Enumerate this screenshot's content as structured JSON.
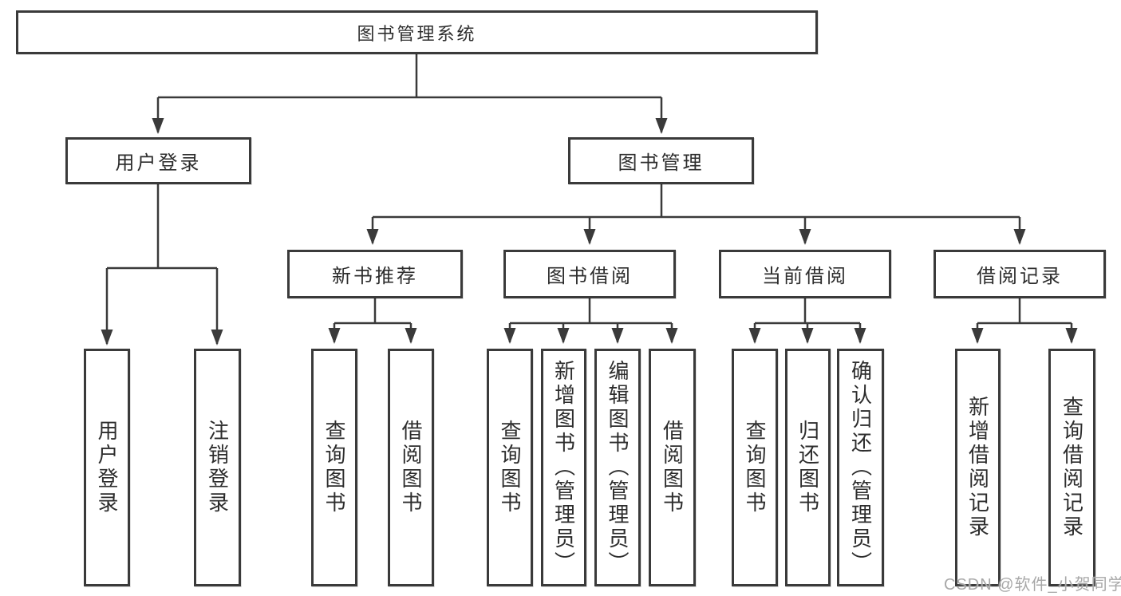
{
  "tree": {
    "label": "图书管理系统",
    "children": [
      {
        "label": "用户登录",
        "children": [
          {
            "label": "用户登录"
          },
          {
            "label": "注销登录"
          }
        ]
      },
      {
        "label": "图书管理",
        "children": [
          {
            "label": "新书推荐",
            "children": [
              {
                "label": "查询图书"
              },
              {
                "label": "借阅图书"
              }
            ]
          },
          {
            "label": "图书借阅",
            "children": [
              {
                "label": "查询图书"
              },
              {
                "label": "新增图书（管理员）"
              },
              {
                "label": "编辑图书（管理员）"
              },
              {
                "label": "借阅图书"
              }
            ]
          },
          {
            "label": "当前借阅",
            "children": [
              {
                "label": "查询图书"
              },
              {
                "label": "归还图书"
              },
              {
                "label": "确认归还（管理员）"
              }
            ]
          },
          {
            "label": "借阅记录",
            "children": [
              {
                "label": "新增借阅记录"
              },
              {
                "label": "查询借阅记录"
              }
            ]
          }
        ]
      }
    ]
  },
  "watermark": {
    "text": "CSDN @软件_小贺同学"
  },
  "colors": {
    "line": "#3a3a3a",
    "border": "#3a3a3a",
    "text": "#2d2d2d",
    "watermark": "#a8a8a8",
    "bg": "#ffffff"
  }
}
